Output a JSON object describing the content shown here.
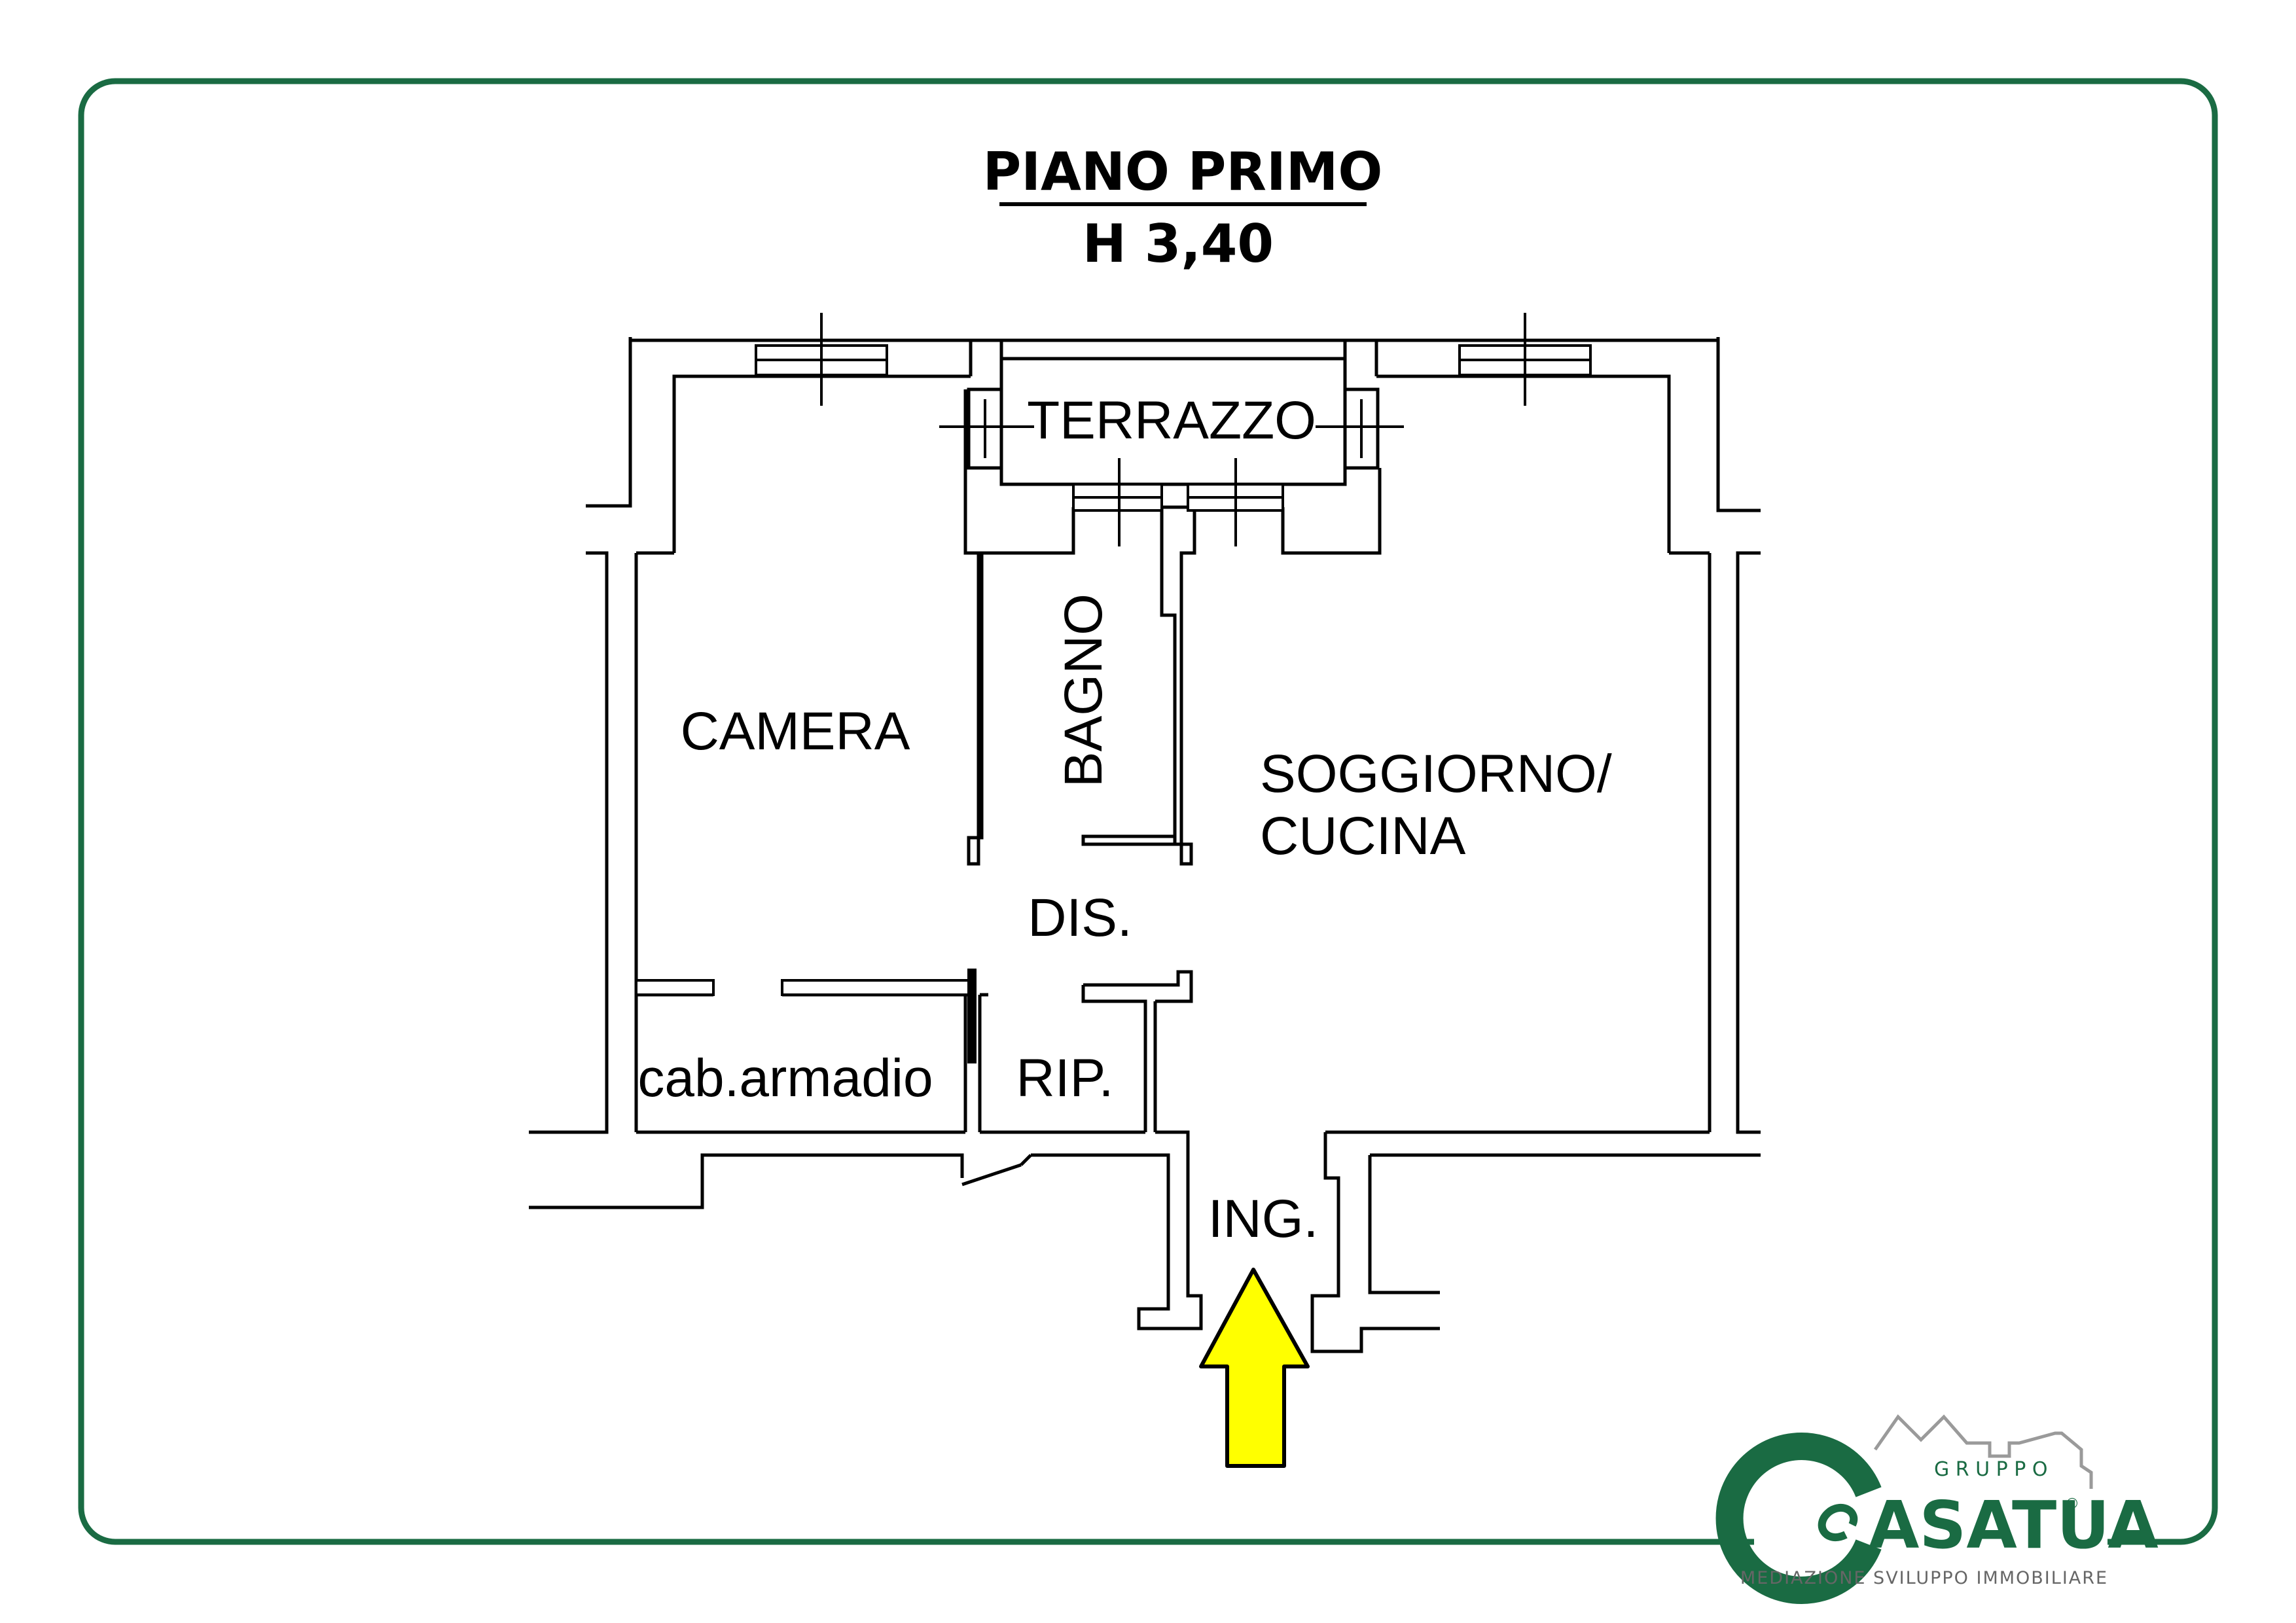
{
  "header": {
    "title": "PIANO PRIMO",
    "height": "H 3,40"
  },
  "rooms": {
    "terrazzo": "TERRAZZO",
    "bagno": "BAGNO",
    "camera": "CAMERA",
    "soggiorno_line1": "SOGGIORNO/",
    "soggiorno_line2": "CUCINA",
    "dis": "DIS.",
    "cab_armadio": "cab.armadio",
    "rip": "RIP.",
    "ing": "ING."
  },
  "logo": {
    "gruppo": "G R U P P O",
    "brand": "ASATUA",
    "registered": "®",
    "tagline": "MEDIAZIONE SVILUPPO IMMOBILIARE"
  },
  "colors": {
    "frame": "#1a6b43",
    "brand_green": "#1a6b43",
    "arrow_fill": "#ffff00",
    "walls": "#000000"
  }
}
